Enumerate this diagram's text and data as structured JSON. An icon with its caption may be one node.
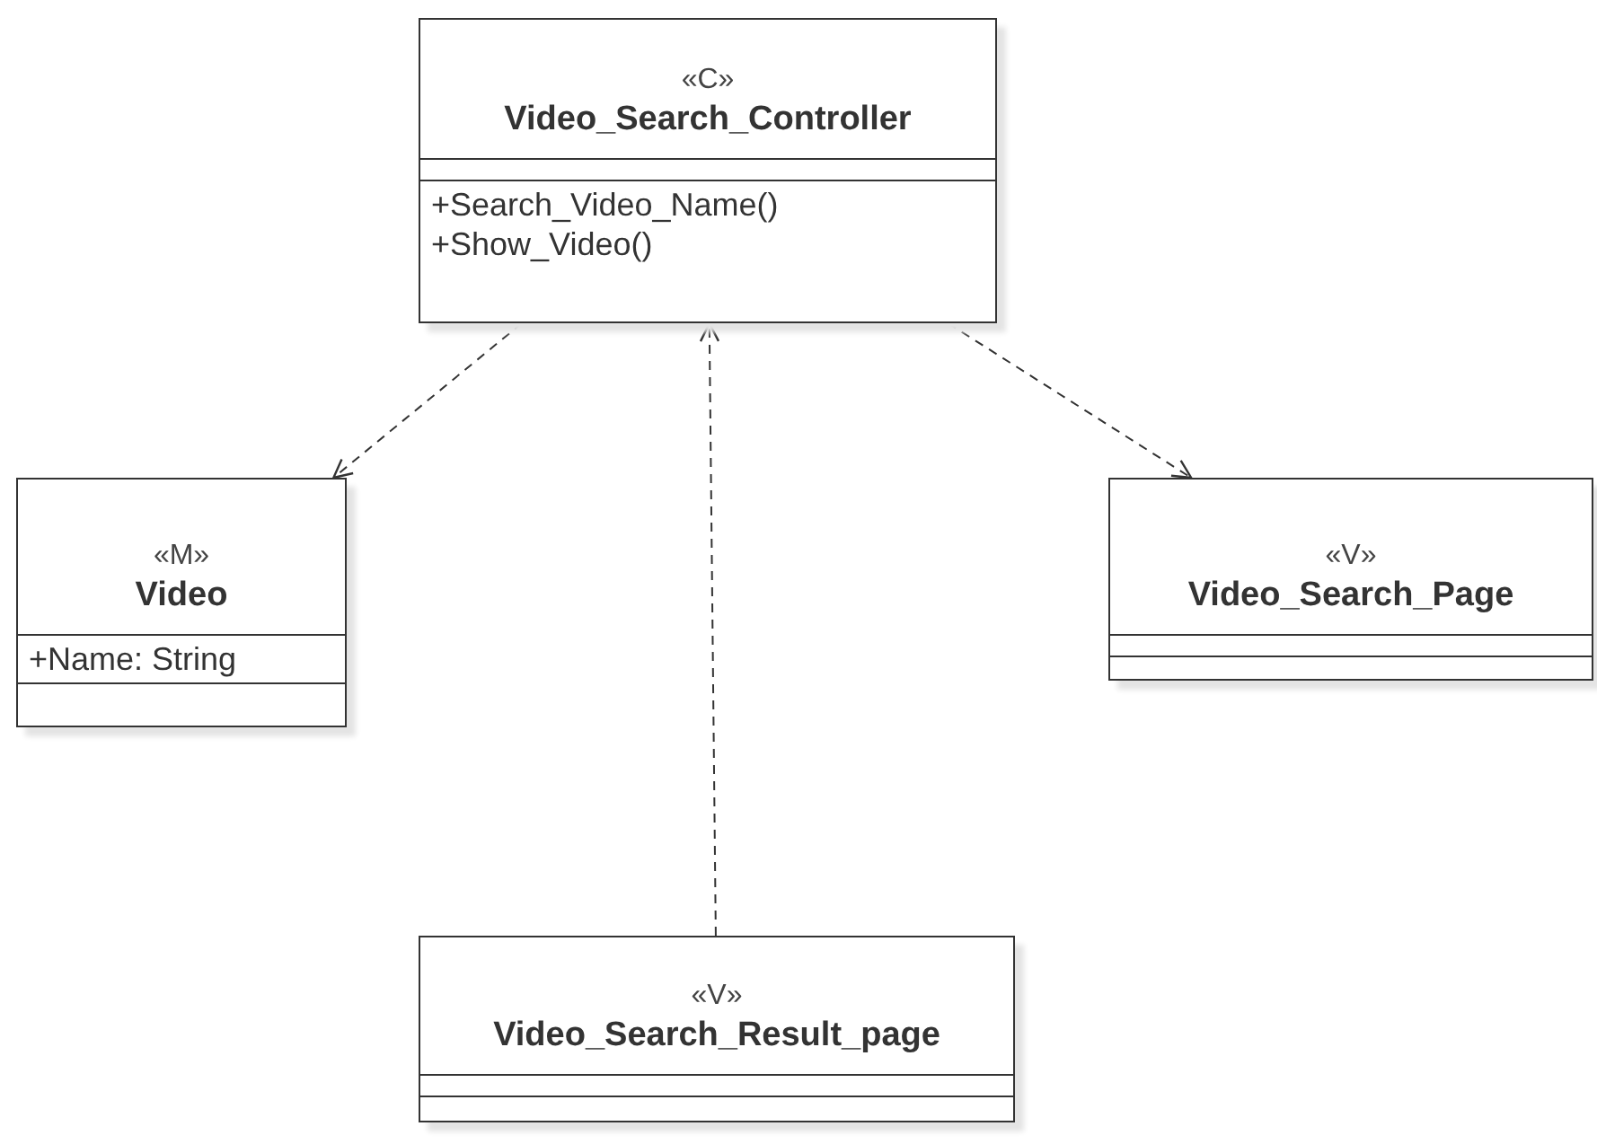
{
  "diagram": {
    "nodes": [
      {
        "text": [
          "«C»",
          "Video_Search_Controller",
          "+Search_Video_Name()",
          "+Show_Video()"
        ]
      },
      {
        "text": [
          "«M»",
          "Video",
          "+Name: String"
        ]
      },
      {
        "text": [
          "«V»",
          "Video_Search_Page"
        ]
      },
      {
        "text": [
          "«V»",
          "Video_Search_Result_page"
        ]
      }
    ],
    "edges": [
      {
        "from": 0,
        "to": 1,
        "arrow": "to",
        "style": "dashed"
      },
      {
        "from": 0,
        "to": 2,
        "arrow": "to",
        "style": "dashed"
      },
      {
        "from": 3,
        "to": 0,
        "arrow": "to",
        "style": "dashed"
      }
    ]
  }
}
